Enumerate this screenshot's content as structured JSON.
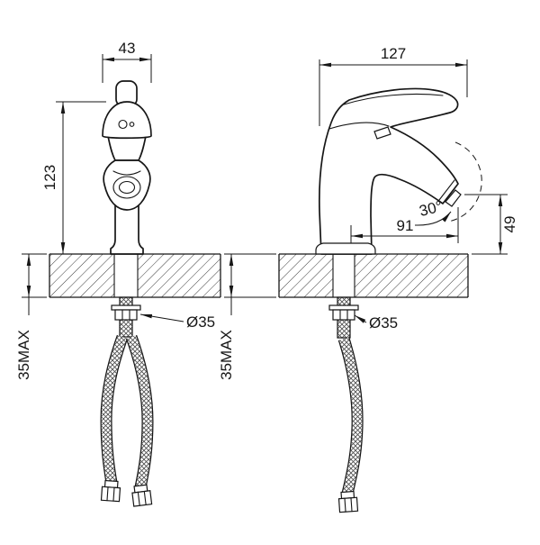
{
  "drawing": {
    "front_view": {
      "handle_width": "43",
      "body_height": "123",
      "shank_diameter": "Ø35",
      "max_counter_thickness": "35MAX"
    },
    "side_view": {
      "overall_length": "127",
      "aerator_angle": "30°",
      "spout_reach": "91",
      "spout_height": "49",
      "shank_diameter": "Ø35",
      "max_counter_thickness": "35MAX"
    },
    "colors": {
      "line": "#161616",
      "background": "#ffffff"
    }
  }
}
